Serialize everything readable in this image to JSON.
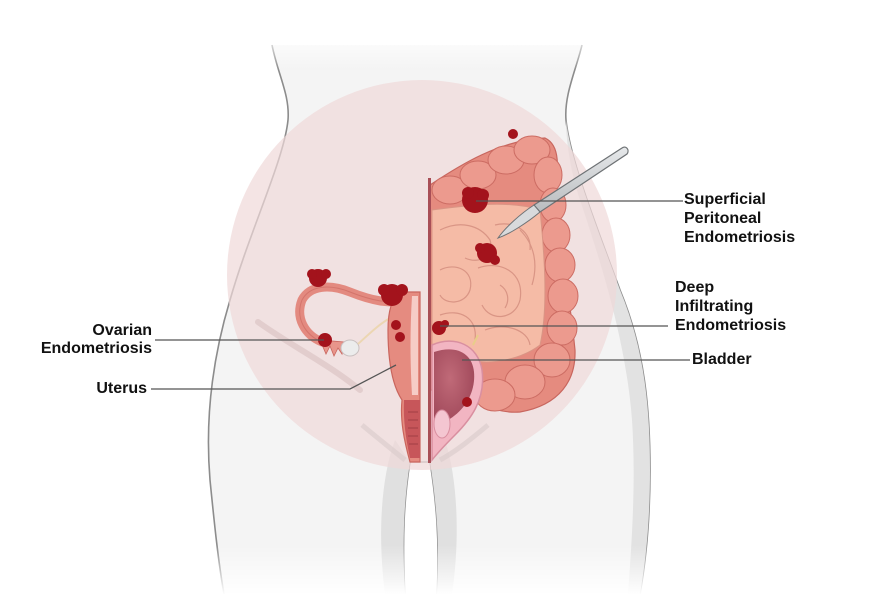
{
  "title": "Endometriosis types diagram",
  "colors": {
    "body_fill": "#f3f3f3",
    "body_outline": "#8a8a8a",
    "pelvic_halo": "#f2e1e1",
    "organ_pink": "#e8948a",
    "small_intestine": "#f4b9a5",
    "lesion": "#a3131c",
    "bladder": "#b5586a",
    "leader_line": "#555555",
    "label_text": "#111111",
    "scalpel": "#cfd2d4"
  },
  "labels": {
    "ovarian": {
      "lines": [
        "Ovarian",
        "Endometriosis"
      ]
    },
    "uterus": {
      "lines": [
        "Uterus"
      ]
    },
    "superficial": {
      "lines": [
        "Superficial",
        "Peritoneal",
        "Endometriosis"
      ]
    },
    "deep": {
      "lines": [
        "Deep",
        "Infiltrating",
        "Endometriosis"
      ]
    },
    "bladder": {
      "lines": [
        "Bladder"
      ]
    }
  },
  "icons": {
    "scalpel": "scalpel-icon",
    "lesion": "endometriosis-lesion-icon"
  }
}
